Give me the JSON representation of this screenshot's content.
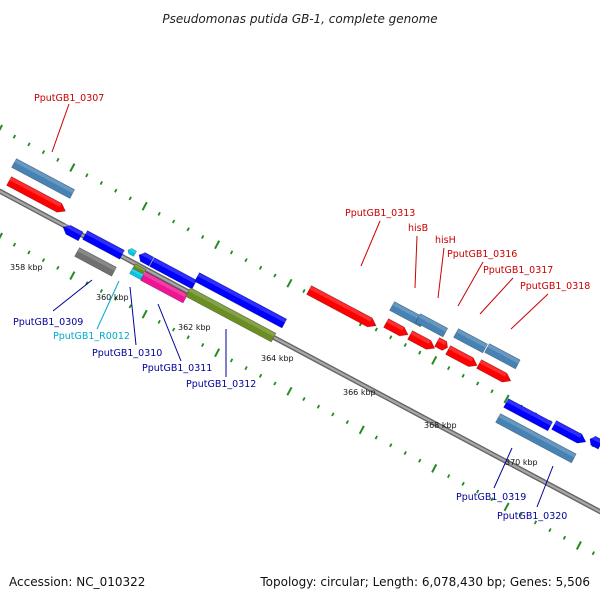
{
  "title": "Pseudomonas putida GB-1, complete genome",
  "footer": {
    "accession": "Accession: NC_010322",
    "summary": "Topology: circular; Length: 6,078,430 bp; Genes: 5,506"
  },
  "colors": {
    "backbone": "#888888",
    "cds_red": "#ff0000",
    "cds_blue": "#0000ff",
    "cds_steel": "#4682b4",
    "rna_cyan": "#00c8e8",
    "magenta": "#ee1493",
    "olive": "#6b8e23",
    "gray": "#707070",
    "tick": "#228b22",
    "label_red": "#cc0000",
    "label_blue": "#000099",
    "label_cyan": "#00aacc"
  },
  "scale": {
    "unit": "kbp",
    "labels": [
      "358 kbp",
      "360 kbp",
      "362 kbp",
      "364 kbp",
      "366 kbp",
      "368 kbp",
      "370 kbp"
    ]
  },
  "gene_labels": [
    {
      "text": "PputGB1_0307",
      "color": "label_red"
    },
    {
      "text": "PputGB1_0313",
      "color": "label_red"
    },
    {
      "text": "hisB",
      "color": "label_red"
    },
    {
      "text": "hisH",
      "color": "label_red"
    },
    {
      "text": "PputGB1_0316",
      "color": "label_red"
    },
    {
      "text": "PputGB1_0317",
      "color": "label_red"
    },
    {
      "text": "PputGB1_0318",
      "color": "label_red"
    },
    {
      "text": "PputGB1_0309",
      "color": "label_blue"
    },
    {
      "text": "PputGB1_R0012",
      "color": "label_cyan"
    },
    {
      "text": "PputGB1_0310",
      "color": "label_blue"
    },
    {
      "text": "PputGB1_0311",
      "color": "label_blue"
    },
    {
      "text": "PputGB1_0312",
      "color": "label_blue"
    },
    {
      "text": "PputGB1_0319",
      "color": "label_blue"
    },
    {
      "text": "PputGB1_0320",
      "color": "label_blue"
    }
  ]
}
